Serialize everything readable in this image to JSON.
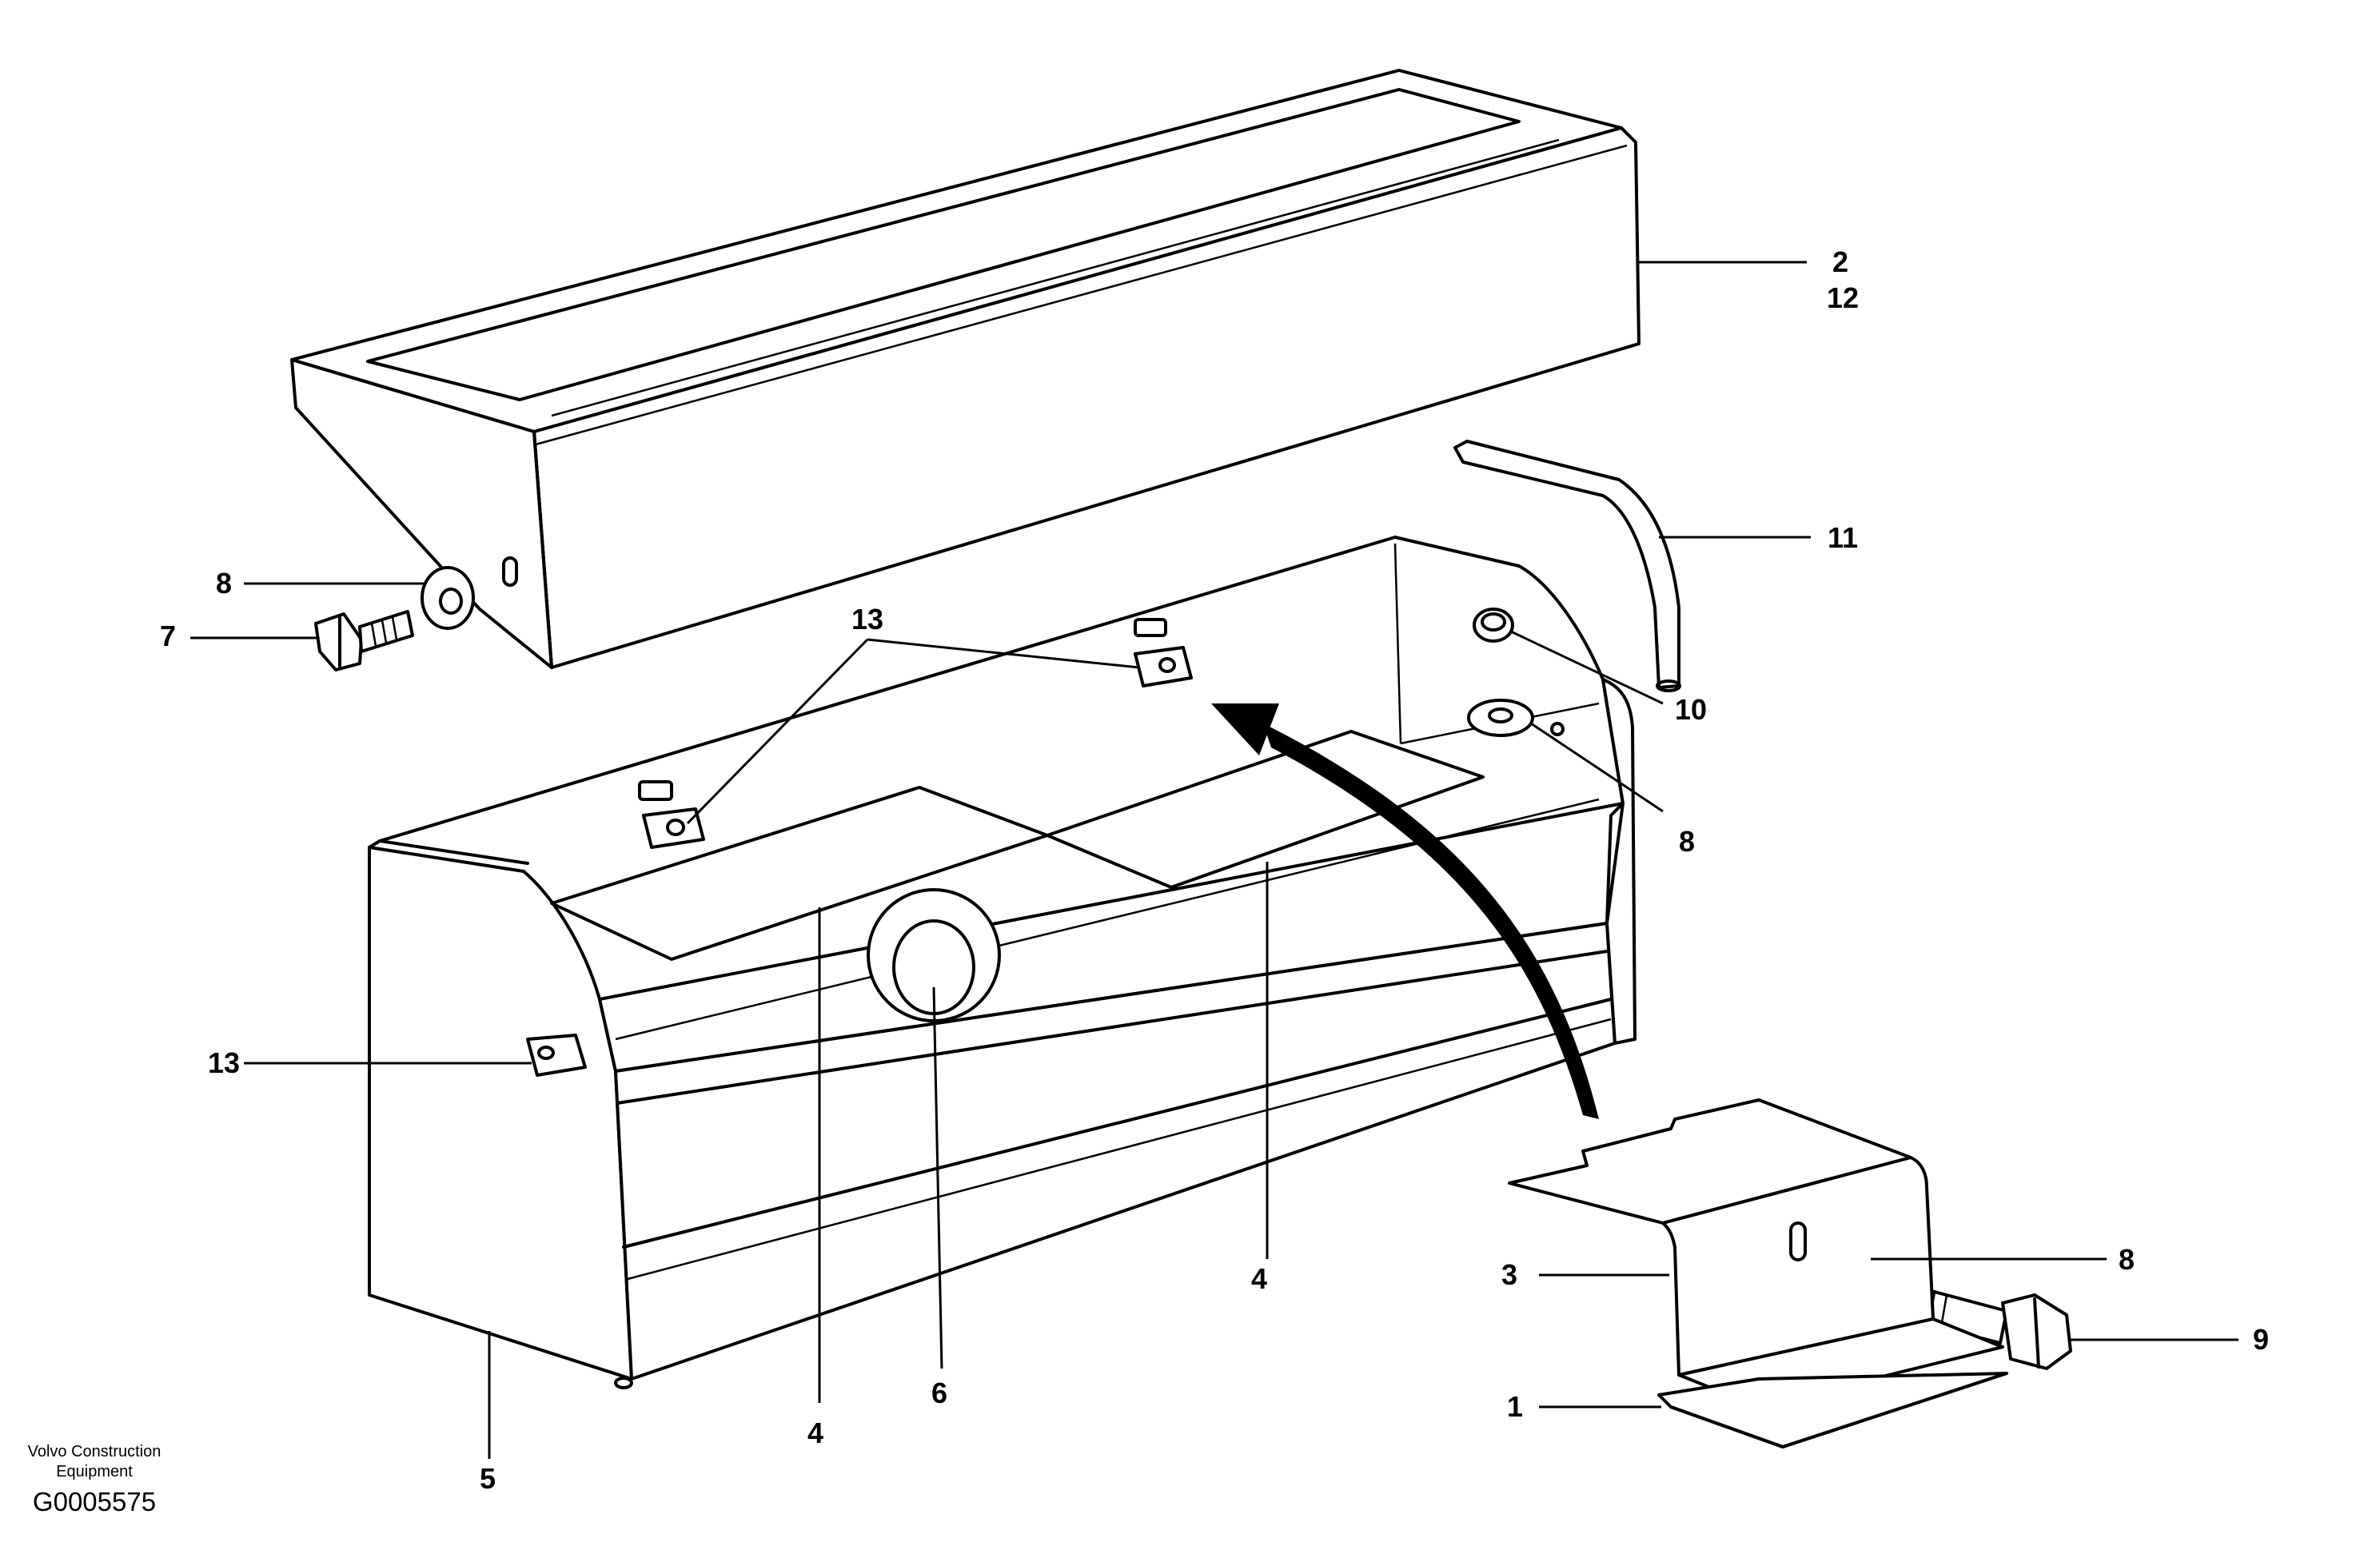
{
  "diagram": {
    "callouts": [
      {
        "id": "c1",
        "label": "1"
      },
      {
        "id": "c2",
        "label": "2"
      },
      {
        "id": "c12",
        "label": "12"
      },
      {
        "id": "c3",
        "label": "3"
      },
      {
        "id": "c4a",
        "label": "4"
      },
      {
        "id": "c4b",
        "label": "4"
      },
      {
        "id": "c5",
        "label": "5"
      },
      {
        "id": "c6",
        "label": "6"
      },
      {
        "id": "c7",
        "label": "7"
      },
      {
        "id": "c8a",
        "label": "8"
      },
      {
        "id": "c8b",
        "label": "8"
      },
      {
        "id": "c8c",
        "label": "8"
      },
      {
        "id": "c9",
        "label": "9"
      },
      {
        "id": "c10",
        "label": "10"
      },
      {
        "id": "c11",
        "label": "11"
      },
      {
        "id": "c13a",
        "label": "13"
      },
      {
        "id": "c13b",
        "label": "13"
      }
    ]
  },
  "footer": {
    "company_line1": "Volvo Construction",
    "company_line2": "Equipment",
    "drawing_code": "G0005575"
  }
}
